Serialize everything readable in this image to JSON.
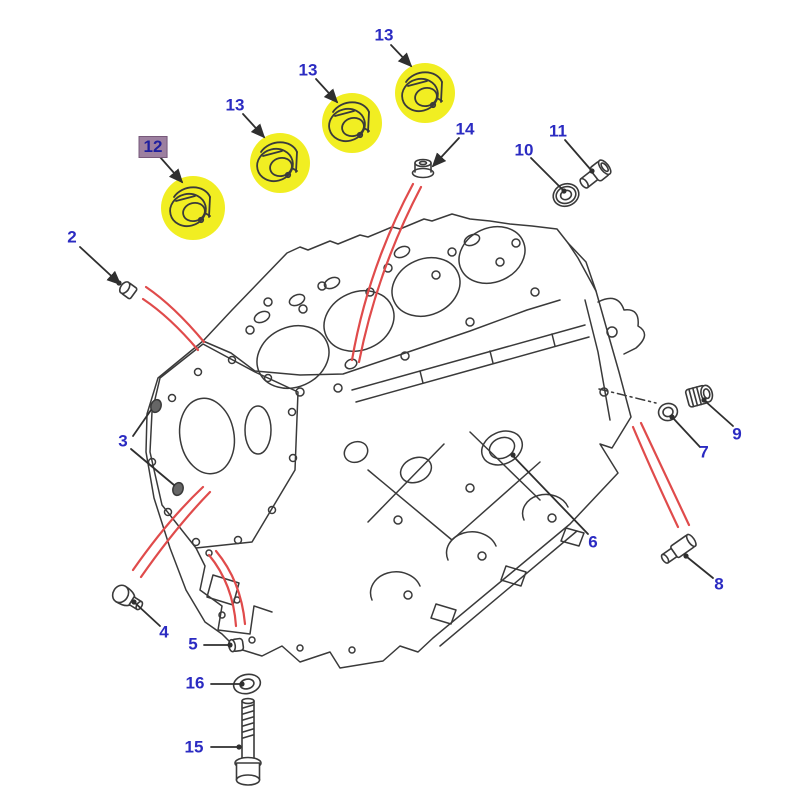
{
  "diagram": {
    "background": "#ffffff",
    "callouts": {
      "c2": {
        "label": "2"
      },
      "c3": {
        "label": "3"
      },
      "c4": {
        "label": "4"
      },
      "c5": {
        "label": "5"
      },
      "c6": {
        "label": "6"
      },
      "c7": {
        "label": "7"
      },
      "c8": {
        "label": "8"
      },
      "c9": {
        "label": "9"
      },
      "c10": {
        "label": "10"
      },
      "c11": {
        "label": "11"
      },
      "c12": {
        "label": "12",
        "highlighted": true
      },
      "c13a": {
        "label": "13"
      },
      "c13b": {
        "label": "13"
      },
      "c13c": {
        "label": "13"
      },
      "c14": {
        "label": "14"
      },
      "c15": {
        "label": "15"
      },
      "c16": {
        "label": "16"
      }
    },
    "colors": {
      "callout_blue": "#2b2bc2",
      "leader_red": "#e04b4b",
      "highlight_yellow": "#f1ee22",
      "label12_box_mauve": "#9d80a0",
      "line_dark": "#3a3a3a"
    }
  }
}
